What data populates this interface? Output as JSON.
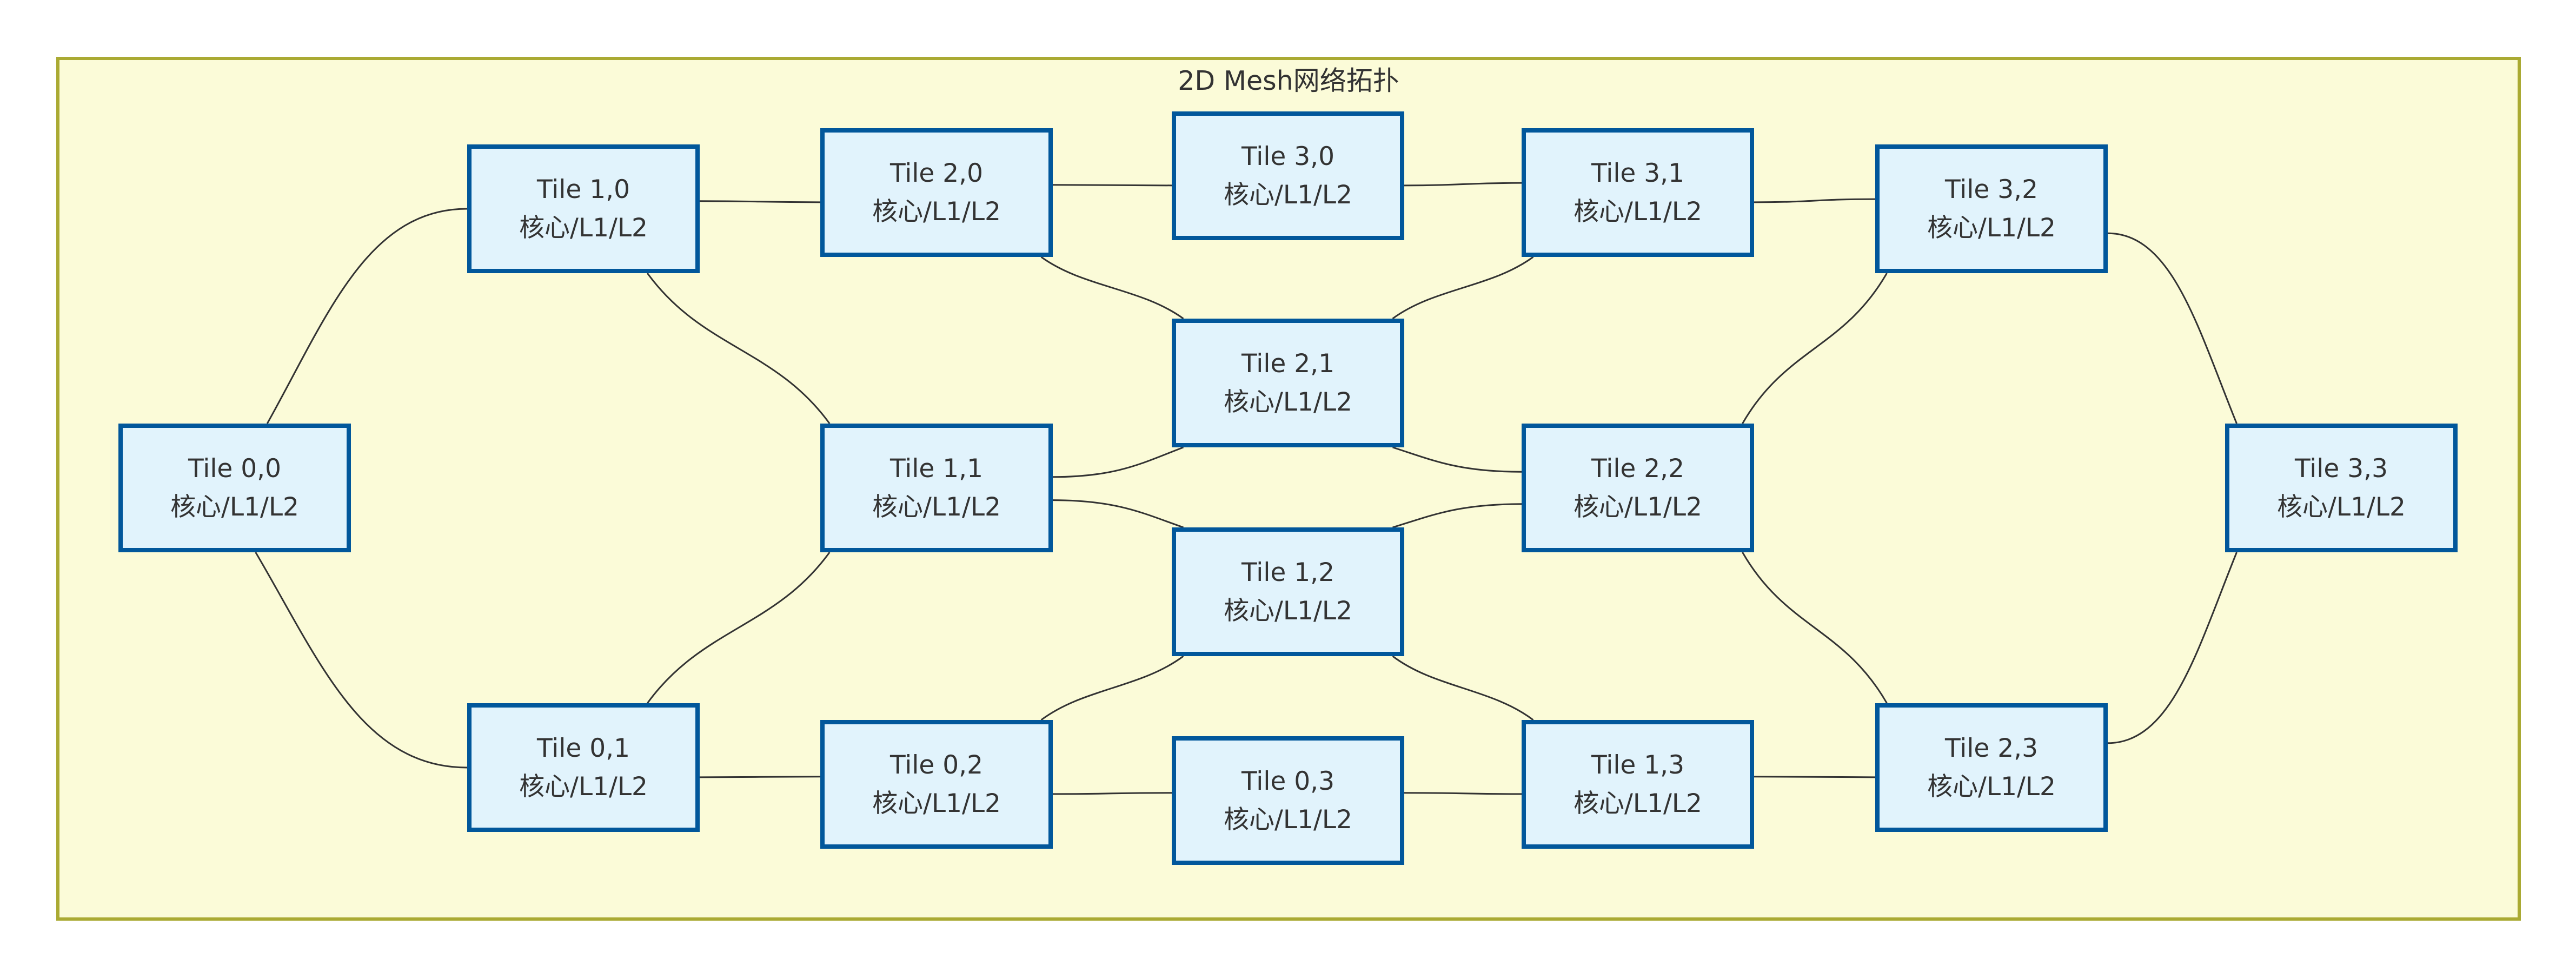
{
  "diagram": {
    "title": "2D Mesh网络拓扑",
    "type": "2d-mesh-topology-graph",
    "colors": {
      "page_bg": "#ffffff",
      "frame_fill": "#fbfbd8",
      "frame_border": "#aaaa33",
      "node_fill": "#e1f3fc",
      "node_border": "#01579b",
      "edge": "#333333",
      "text": "#333333"
    },
    "nodes": [
      {
        "id": "0,0",
        "title": "Tile 0,0",
        "subtitle": "核心/L1/L2"
      },
      {
        "id": "1,0",
        "title": "Tile 1,0",
        "subtitle": "核心/L1/L2"
      },
      {
        "id": "0,1",
        "title": "Tile 0,1",
        "subtitle": "核心/L1/L2"
      },
      {
        "id": "2,0",
        "title": "Tile 2,0",
        "subtitle": "核心/L1/L2"
      },
      {
        "id": "1,1",
        "title": "Tile 1,1",
        "subtitle": "核心/L1/L2"
      },
      {
        "id": "0,2",
        "title": "Tile 0,2",
        "subtitle": "核心/L1/L2"
      },
      {
        "id": "3,0",
        "title": "Tile 3,0",
        "subtitle": "核心/L1/L2"
      },
      {
        "id": "2,1",
        "title": "Tile 2,1",
        "subtitle": "核心/L1/L2"
      },
      {
        "id": "1,2",
        "title": "Tile 1,2",
        "subtitle": "核心/L1/L2"
      },
      {
        "id": "0,3",
        "title": "Tile 0,3",
        "subtitle": "核心/L1/L2"
      },
      {
        "id": "3,1",
        "title": "Tile 3,1",
        "subtitle": "核心/L1/L2"
      },
      {
        "id": "2,2",
        "title": "Tile 2,2",
        "subtitle": "核心/L1/L2"
      },
      {
        "id": "1,3",
        "title": "Tile 1,3",
        "subtitle": "核心/L1/L2"
      },
      {
        "id": "3,2",
        "title": "Tile 3,2",
        "subtitle": "核心/L1/L2"
      },
      {
        "id": "2,3",
        "title": "Tile 2,3",
        "subtitle": "核心/L1/L2"
      },
      {
        "id": "3,3",
        "title": "Tile 3,3",
        "subtitle": "核心/L1/L2"
      }
    ],
    "edges": [
      [
        "0,0",
        "1,0"
      ],
      [
        "0,0",
        "0,1"
      ],
      [
        "1,0",
        "2,0"
      ],
      [
        "1,0",
        "1,1"
      ],
      [
        "0,1",
        "1,1"
      ],
      [
        "0,1",
        "0,2"
      ],
      [
        "2,0",
        "3,0"
      ],
      [
        "2,0",
        "2,1"
      ],
      [
        "1,1",
        "2,1"
      ],
      [
        "1,1",
        "1,2"
      ],
      [
        "0,2",
        "1,2"
      ],
      [
        "0,2",
        "0,3"
      ],
      [
        "3,0",
        "3,1"
      ],
      [
        "2,1",
        "3,1"
      ],
      [
        "2,1",
        "2,2"
      ],
      [
        "1,2",
        "2,2"
      ],
      [
        "1,2",
        "1,3"
      ],
      [
        "0,3",
        "1,3"
      ],
      [
        "3,1",
        "3,2"
      ],
      [
        "2,2",
        "3,2"
      ],
      [
        "2,2",
        "2,3"
      ],
      [
        "1,3",
        "2,3"
      ],
      [
        "3,2",
        "3,3"
      ],
      [
        "2,3",
        "3,3"
      ]
    ]
  }
}
